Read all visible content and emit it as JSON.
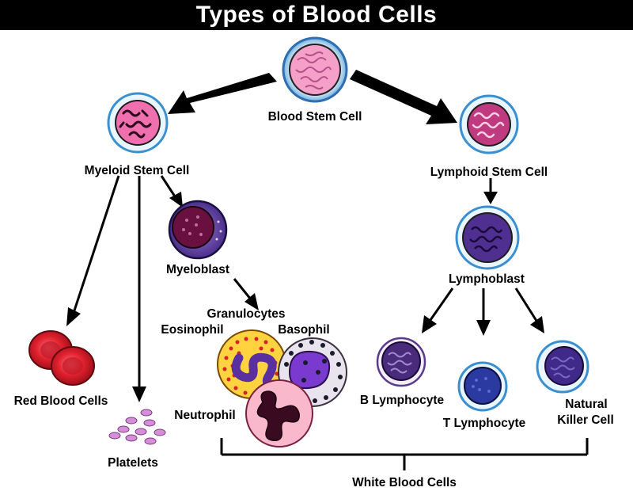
{
  "title": "Types of Blood Cells",
  "labels": {
    "blood_stem_cell": "Blood Stem Cell",
    "myeloid_stem_cell": "Myeloid Stem Cell",
    "lymphoid_stem_cell": "Lymphoid Stem Cell",
    "myeloblast": "Myeloblast",
    "lymphoblast": "Lymphoblast",
    "granulocytes": "Granulocytes",
    "eosinophil": "Eosinophil",
    "basophil": "Basophil",
    "neutrophil": "Neutrophil",
    "red_blood_cells": "Red Blood Cells",
    "platelets": "Platelets",
    "b_lymphocyte": "B Lymphocyte",
    "t_lymphocyte": "T Lymphocyte",
    "natural_killer_line1": "Natural",
    "natural_killer_line2": "Killer Cell",
    "white_blood_cells": "White Blood Cells"
  },
  "colors": {
    "title_bg": "#000000",
    "stem_nucleus": "#f4a0c8",
    "myeloid_nucleus": "#f06fae",
    "lymphoid_nucleus": "#c03a7f",
    "blast_purple": "#4f2f8f",
    "red_cell": "#e02030",
    "platelet": "#d58fd8",
    "eosinophil_bg": "#ffd23f",
    "basophil_bg": "#e9e3ee",
    "neutrophil_bg": "#f9b8cc",
    "arrow": "#000000"
  }
}
